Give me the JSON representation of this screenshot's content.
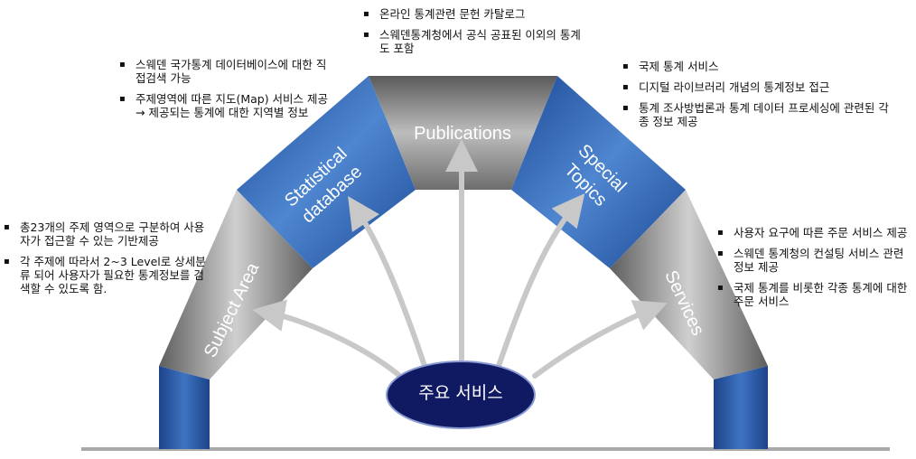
{
  "center": {
    "label": "주요 서비스"
  },
  "segments": [
    {
      "id": "subject-area",
      "label": "Subject Area"
    },
    {
      "id": "statistical-database",
      "label_lines": [
        "Statistical",
        "database"
      ]
    },
    {
      "id": "publications",
      "label": "Publications"
    },
    {
      "id": "special-topics",
      "label_lines": [
        "Special",
        "Topics"
      ]
    },
    {
      "id": "services",
      "label": "Services"
    }
  ],
  "notes": {
    "publications": [
      "온라인 통계관련 문헌 카탈로그",
      "스웨덴통계청에서 공식 공표된 이외의 통계도 포함"
    ],
    "statistical_database": [
      "스웨덴 국가통계 데이터베이스에 대한 직접검색 가능",
      "주제영역에 따른 지도(Map) 서비스 제공 → 제공되는 통계에 대한 지역별 정보"
    ],
    "special_topics": [
      "국제 통계 서비스",
      "디지털 라이브러리 개념의 통계정보 접근",
      "통계 조사방법론과 통계 데이터 프로세싱에 관련된 각종 정보 제공"
    ],
    "subject_area": [
      "총23개의 주제 영역으로 구분하여 사용자가 접근할 수 있는 기반제공",
      "각 주제에 따라서 2~3 Level로 상세분류 되어 사용자가 필요한 통계정보를 검색할 수 있도록 함."
    ],
    "services": [
      "사용자 요구에 따른 주문 서비스 제공",
      "스웨덴 통계청의 컨설팅 서비스 관련 정보 제공",
      "국제 통계를 비롯한 각종 통계에 대한 주문 서비스"
    ]
  },
  "colors": {
    "blue_dark": "#1f4f9e",
    "blue_light": "#4d82cc",
    "gray_dark": "#6b6b6b",
    "gray_light": "#c4c4c4",
    "center_fill": "#0f1a63",
    "arrow": "#c8c8c8"
  }
}
